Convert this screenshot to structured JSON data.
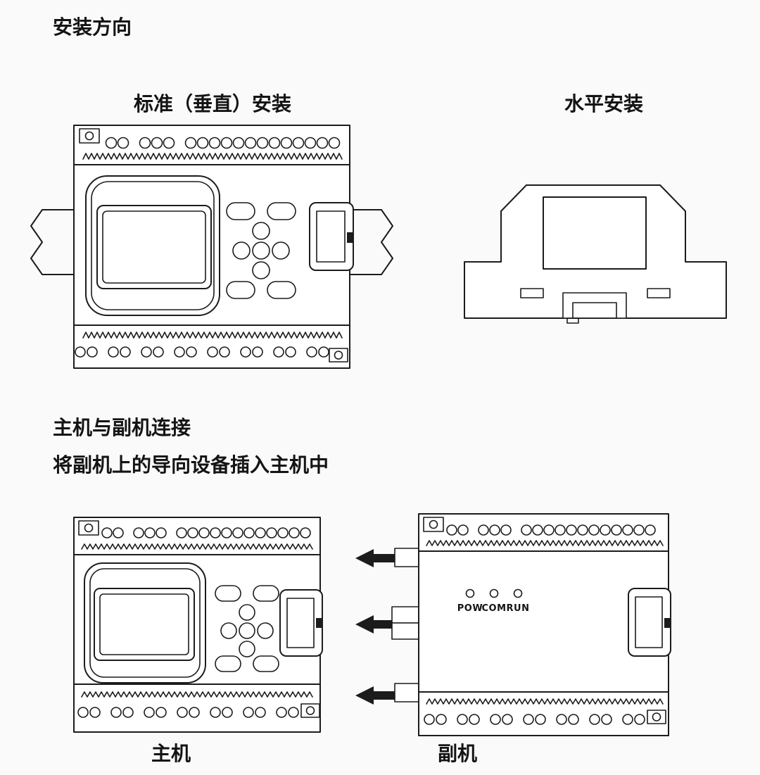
{
  "colors": {
    "background": "#fafafa",
    "line": "#1c1c1c",
    "text": "#141414"
  },
  "page": {
    "title": "安装方向"
  },
  "mounting": {
    "vertical_label": "标准（垂直）安装",
    "horizontal_label": "水平安装"
  },
  "connection": {
    "title": "主机与副机连接",
    "subtitle": "将副机上的导向设备插入主机中",
    "main_unit_label": "主机",
    "secondary_unit_label": "副机",
    "leds": [
      {
        "label": "POW"
      },
      {
        "label": "COM"
      },
      {
        "label": "RUN"
      }
    ]
  }
}
